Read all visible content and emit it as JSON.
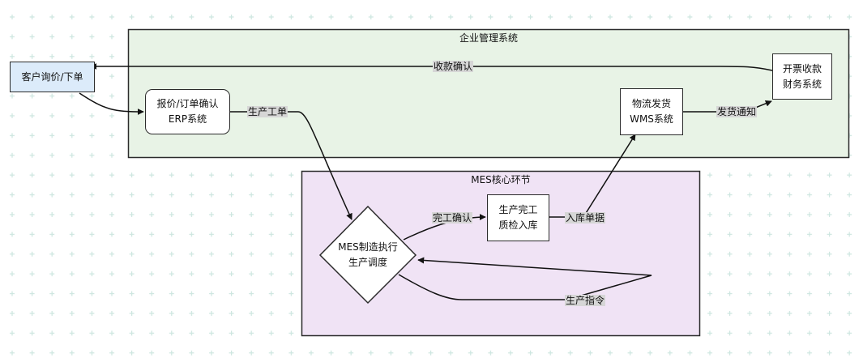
{
  "colors": {
    "enterprise_fill": "#e8f3e6",
    "mes_fill": "#f0e3f5",
    "customer_fill": "#dcebfa",
    "stroke": "#2b2b2b",
    "grid": "#cde6e0"
  },
  "groups": {
    "enterprise": {
      "title": "企业管理系统"
    },
    "mes": {
      "title": "MES核心环节"
    }
  },
  "nodes": {
    "customer": {
      "line1": "客户询价/下单"
    },
    "quote": {
      "line1": "报价/订单确认",
      "line2": "ERP系统"
    },
    "logistics": {
      "line1": "物流发货",
      "line2": "WMS系统"
    },
    "finance": {
      "line1": "开票收款",
      "line2": "财务系统"
    },
    "mes_exec": {
      "line1": "MES制造执行",
      "line2": "生产调度"
    },
    "qc": {
      "line1": "生产完工",
      "line2": "质检入库"
    }
  },
  "edges": {
    "payment_confirm": "收款确认",
    "production_order": "生产工单",
    "completion_confirm": "完工确认",
    "warehouse_receipt": "入库单据",
    "shipping_notice": "发货通知",
    "production_instruction": "生产指令"
  }
}
